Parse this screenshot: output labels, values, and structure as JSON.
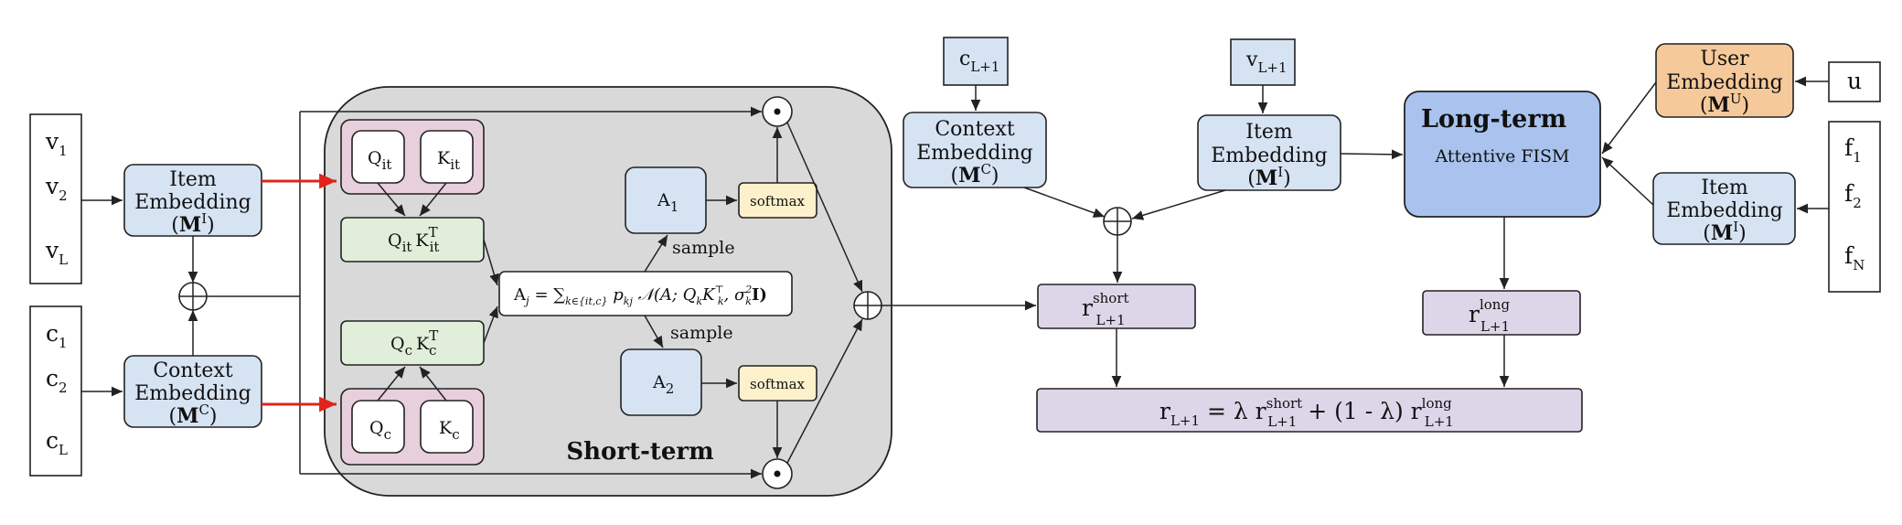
{
  "inputs": {
    "v": [
      {
        "base": "v",
        "sub": "1"
      },
      {
        "base": "v",
        "sub": "2"
      },
      {
        "base": "v",
        "sub": "L"
      }
    ],
    "c": [
      {
        "base": "c",
        "sub": "1"
      },
      {
        "base": "c",
        "sub": "2"
      },
      {
        "base": "c",
        "sub": "L"
      }
    ],
    "f": [
      {
        "base": "f",
        "sub": "1"
      },
      {
        "base": "f",
        "sub": "2"
      },
      {
        "base": "f",
        "sub": "N"
      }
    ],
    "u": "u",
    "c_next": {
      "base": "c",
      "sub": "L+1"
    },
    "v_next": {
      "base": "v",
      "sub": "L+1"
    }
  },
  "embeddings": {
    "item_line1": "Item",
    "item_line2": "Embedding",
    "item_matrix": {
      "open": "(",
      "base": "M",
      "sup": "I",
      "close": ")"
    },
    "context_line1": "Context",
    "context_line2": "Embedding",
    "context_matrix": {
      "open": "(",
      "base": "M",
      "sup": "C",
      "close": ")"
    },
    "user_line1": "User",
    "user_line2": "Embedding",
    "user_matrix": {
      "open": "(",
      "base": "M",
      "sup": "U",
      "close": ")"
    }
  },
  "short_term": {
    "label": "Short-term",
    "q_it": {
      "base": "Q",
      "sub": "it"
    },
    "k_it": {
      "base": "K",
      "sub": "it"
    },
    "q_c": {
      "base": "Q",
      "sub": "c"
    },
    "k_c": {
      "base": "K",
      "sub": "c"
    },
    "qk_it": {
      "q": "Q",
      "q_sub": "it",
      "k": "K",
      "k_sup": "T",
      "k_sub": "it"
    },
    "qk_c": {
      "q": "Q",
      "q_sub": "c",
      "k": "K",
      "k_sup": "T",
      "k_sub": "c"
    },
    "formula": {
      "a": "A",
      "a_sub": "j",
      "eq": " = ",
      "sum": "∑",
      "sum_sub": "k∈{it,c}",
      "p": " p",
      "p_sub": "kj",
      "n": " 𝒩(A; Q",
      "q_sub": "k",
      "k": "K",
      "k_sup": "⊤",
      "k_sub": "k",
      "sig": ", σ",
      "sig_sup": "2",
      "sig_sub": "k",
      "end": "I)"
    },
    "a1": {
      "base": "A",
      "sub": "1"
    },
    "a2": {
      "base": "A",
      "sub": "2"
    },
    "softmax": "softmax",
    "sample": "sample",
    "dot": "•"
  },
  "long_term": {
    "title": "Long-term",
    "subtitle": "Attentive FISM"
  },
  "outputs": {
    "r_short": {
      "base": "r",
      "sup": "short",
      "sub": "L+1"
    },
    "r_long": {
      "base": "r",
      "sup": "long",
      "sub": "L+1"
    },
    "final": {
      "r": "r",
      "r_sub": "L+1",
      "eq": " = λ r",
      "short_sup": "short",
      "short_sub": "L+1",
      "mid": " + (1 - λ) r",
      "long_sup": "long",
      "long_sub": "L+1"
    }
  }
}
